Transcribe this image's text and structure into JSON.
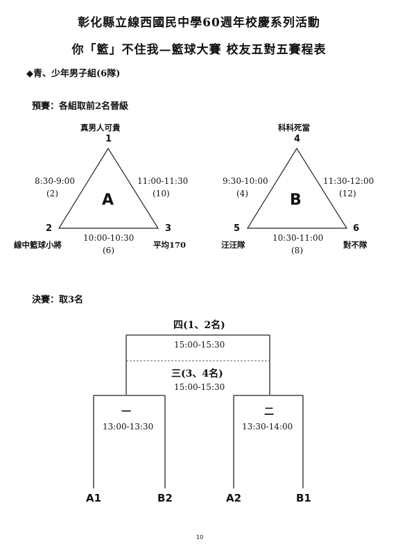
{
  "header": {
    "title1": "彰化縣立線西國民中學60週年校慶系列活動",
    "title2": "你「籃」不住我—籃球大賽 校友五對五賽程表"
  },
  "division": "◆青、少年男子組(6隊)",
  "prelim_label": "預賽：各組取前2名晉級",
  "group_a": {
    "label": "A",
    "teams": [
      {
        "num": "1",
        "name": "真男人可貴"
      },
      {
        "num": "2",
        "name": "線中籃球小將"
      },
      {
        "num": "3",
        "name": "平均170"
      }
    ],
    "games": [
      {
        "time": "8:30-9:00",
        "no": "(2)"
      },
      {
        "time": "11:00-11:30",
        "no": "(10)"
      },
      {
        "time": "10:00-10:30",
        "no": "(6)"
      }
    ]
  },
  "group_b": {
    "label": "B",
    "teams": [
      {
        "num": "4",
        "name": "科科死當"
      },
      {
        "num": "5",
        "name": "汪汪隊"
      },
      {
        "num": "6",
        "name": "對不隊"
      }
    ],
    "games": [
      {
        "time": "9:30-10:00",
        "no": "(4)"
      },
      {
        "time": "11:30-12:00",
        "no": "(12)"
      },
      {
        "time": "10:30-11:00",
        "no": "(8)"
      }
    ]
  },
  "final_label": "決賽：取3名",
  "bracket": {
    "final": {
      "label": "四(1、2名)",
      "time": "15:00-15:30"
    },
    "third": {
      "label": "三(3、4名)",
      "time": "15:00-15:30"
    },
    "semi1": {
      "label": "一",
      "time": "13:00-13:30"
    },
    "semi2": {
      "label": "二",
      "time": "13:30-14:00"
    },
    "slots": [
      "A1",
      "B2",
      "A2",
      "B1"
    ]
  },
  "page_number": "10"
}
